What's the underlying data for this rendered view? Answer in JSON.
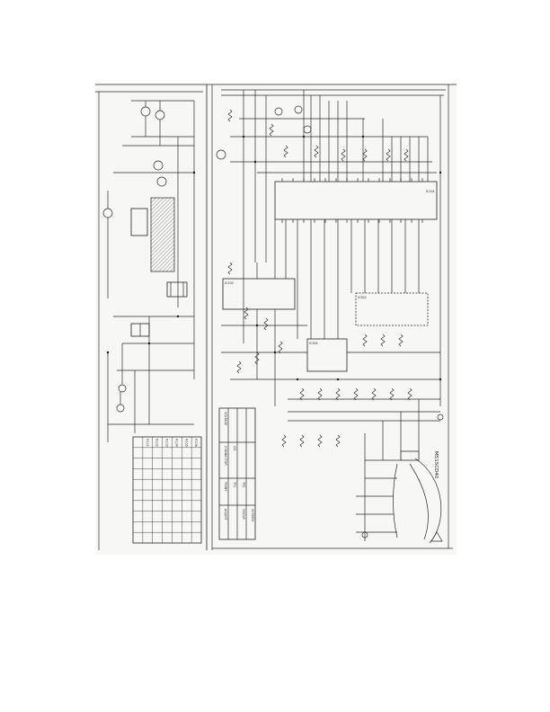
{
  "schematic": {
    "crt_label": "M51SCD40",
    "voltage_table": {
      "header": [
        "CONNECTOR",
        "POINT",
        "ADJUST",
        "VOLTAGE"
      ],
      "rows": [
        [
          "CN",
          "TP1",
          "",
          ""
        ],
        [
          "",
          "TP2",
          "FOCUS",
          ""
        ],
        [
          "",
          "",
          "SCREEN",
          ""
        ]
      ]
    },
    "ic_labels": [
      "IC101",
      "IC102",
      "IC301",
      "IC302"
    ],
    "parts_table": {
      "header": [
        "",
        "R101",
        "R102",
        "R103",
        "R104",
        "R105",
        "R106"
      ],
      "row_count": 10
    }
  }
}
